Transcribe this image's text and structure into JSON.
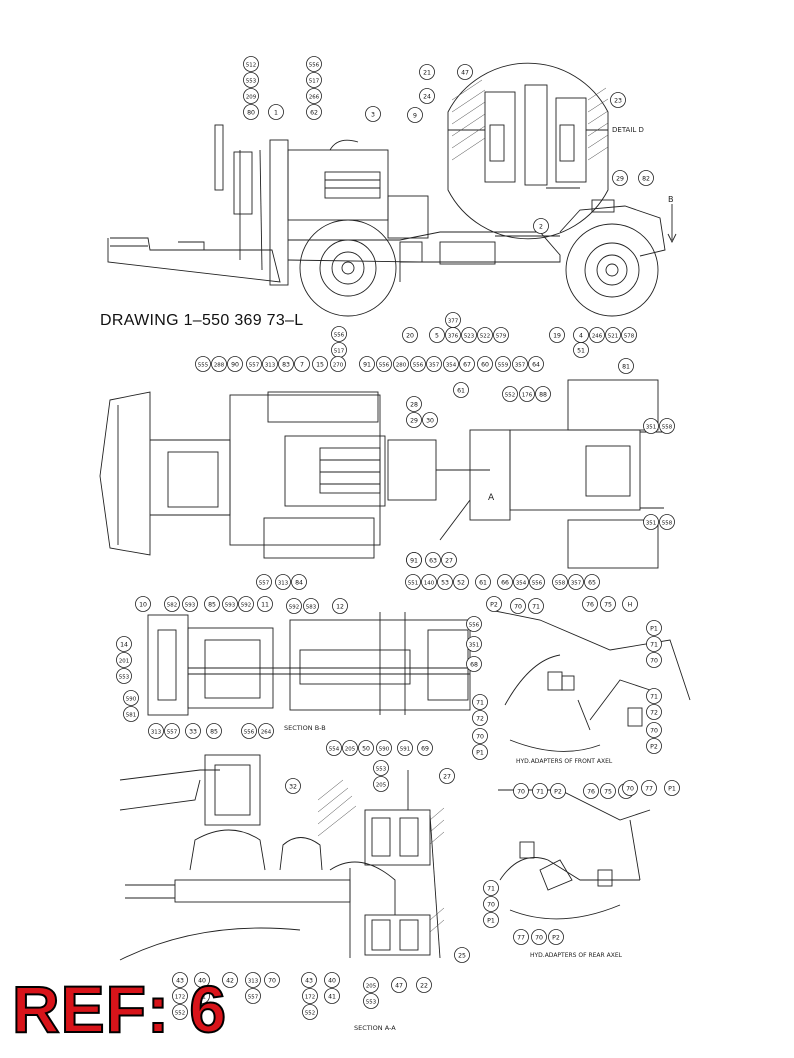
{
  "drawing_title": "DRAWING  1–550 369 73–L",
  "ref_label": "REF: 6",
  "detail_label": "DETAIL  D",
  "arrow_letter": "B",
  "section_bb": "SECTION  B-B",
  "section_aa": "SECTION  A-A",
  "hyd_front": "HYD.ADAPTERS OF FRONT AXEL",
  "hyd_rear": "HYD.ADAPTERS OF REAR AXEL",
  "plan_letter": "A",
  "side_top_callouts": [
    "512",
    "553",
    "209",
    "80",
    "1",
    "556",
    "517",
    "266",
    "62",
    "3",
    "9",
    "21",
    "47",
    "24",
    "23",
    "29",
    "82",
    "2",
    "20",
    "5",
    "377",
    "376",
    "523",
    "522",
    "579",
    "19",
    "4",
    "246",
    "521",
    "578",
    "51"
  ],
  "plan_callouts": [
    "556",
    "517",
    "555",
    "288",
    "90",
    "557",
    "313",
    "83",
    "7",
    "15",
    "270",
    "91",
    "556",
    "280",
    "556",
    "357",
    "354",
    "67",
    "60",
    "559",
    "357",
    "64",
    "81",
    "552",
    "176",
    "88",
    "61",
    "28",
    "29",
    "30",
    "81",
    "351",
    "558",
    "351",
    "558",
    "91",
    "63",
    "27",
    "557",
    "313",
    "84",
    "551",
    "140",
    "53",
    "52",
    "61",
    "66",
    "354",
    "556",
    "558",
    "357",
    "65"
  ],
  "sectionbb_callouts": [
    "10",
    "582",
    "593",
    "85",
    "593",
    "592",
    "11",
    "592",
    "583",
    "12",
    "556",
    "14",
    "201",
    "553",
    "351",
    "68",
    "590",
    "581",
    "313",
    "557",
    "33",
    "85",
    "556",
    "264",
    "554",
    "205",
    "50",
    "590",
    "591",
    "69"
  ],
  "front_hyd_callouts": [
    "P2",
    "70",
    "71",
    "76",
    "75",
    "H",
    "P1",
    "71",
    "70",
    "71",
    "72",
    "70",
    "P2",
    "71",
    "72",
    "70",
    "P1"
  ],
  "sectionaa_callouts": [
    "553",
    "205",
    "27",
    "32",
    "25",
    "43",
    "40",
    "42",
    "313",
    "70",
    "557",
    "43",
    "40",
    "172",
    "41",
    "552",
    "205",
    "47",
    "22",
    "553",
    "172",
    "41",
    "552"
  ],
  "rear_hyd_callouts": [
    "70",
    "71",
    "P2",
    "76",
    "75",
    "H",
    "70",
    "77",
    "P1",
    "71",
    "70",
    "P1",
    "77",
    "70",
    "P2"
  ]
}
